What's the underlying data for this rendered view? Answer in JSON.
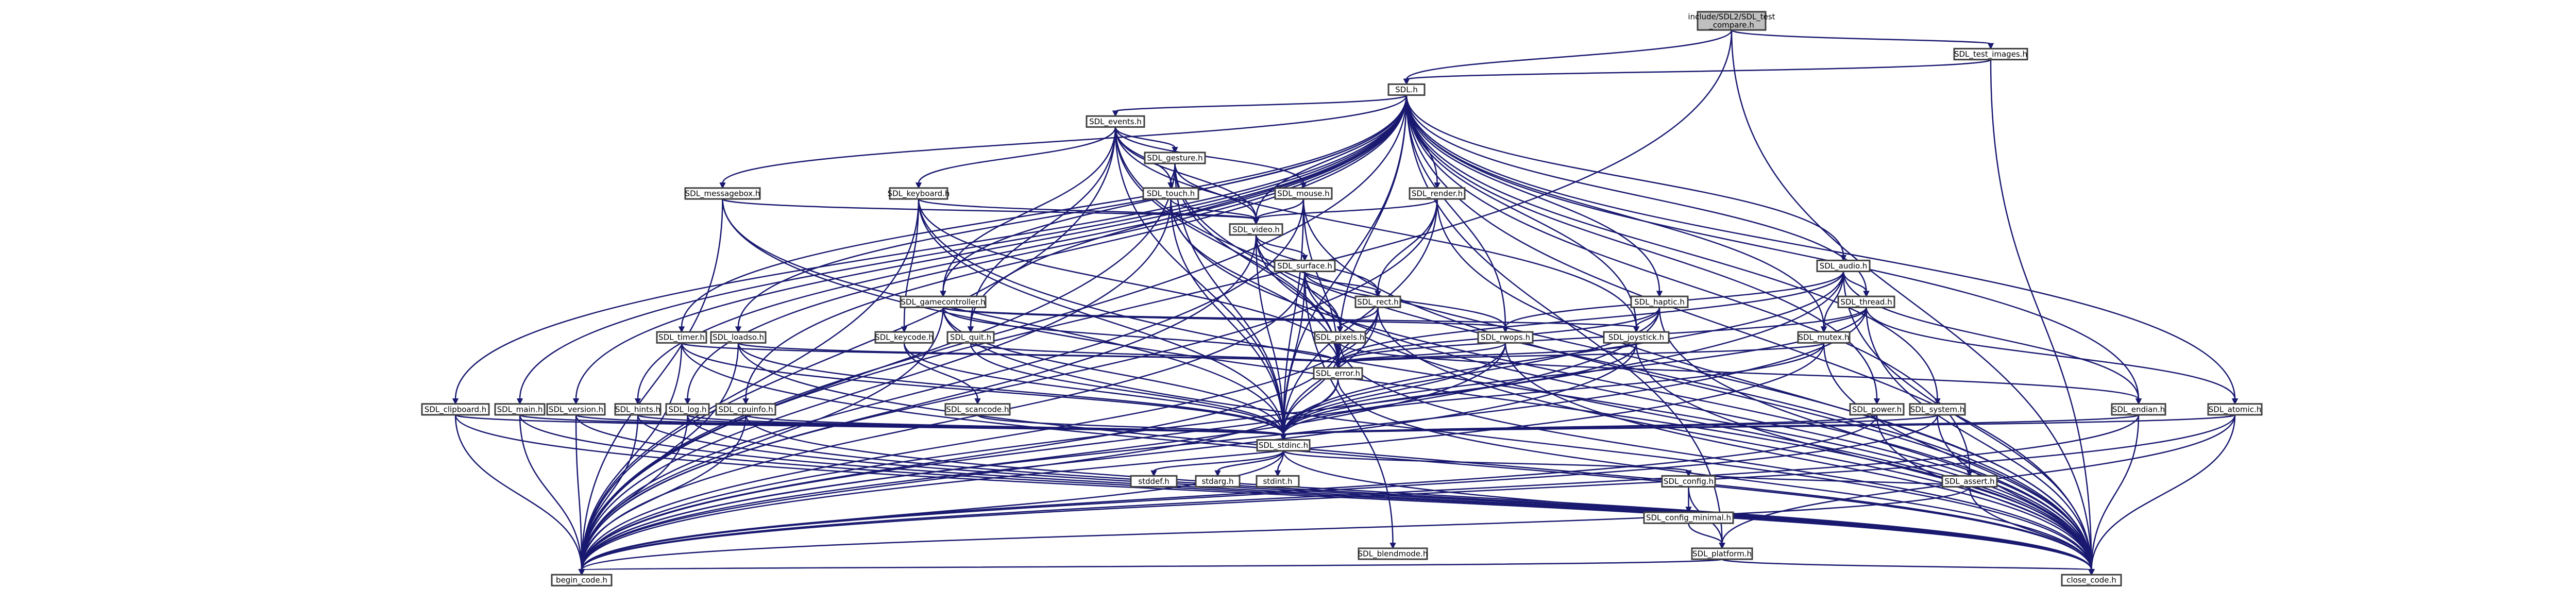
{
  "colors": {
    "root_fill": "#bfbfbf",
    "node_fill": "#ffffff",
    "node_stroke": "#404040",
    "edge": "#191970",
    "background": "#ffffff"
  },
  "nodes": [
    {
      "id": "root",
      "label": [
        "include/SDL2/SDL_test",
        "_compare.h"
      ],
      "root": true
    },
    {
      "id": "test_images",
      "label": [
        "SDL_test_images.h"
      ]
    },
    {
      "id": "sdl",
      "label": [
        "SDL.h"
      ]
    },
    {
      "id": "events",
      "label": [
        "SDL_events.h"
      ]
    },
    {
      "id": "gesture",
      "label": [
        "SDL_gesture.h"
      ]
    },
    {
      "id": "messagebox",
      "label": [
        "SDL_messagebox.h"
      ]
    },
    {
      "id": "keyboard",
      "label": [
        "SDL_keyboard.h"
      ]
    },
    {
      "id": "touch",
      "label": [
        "SDL_touch.h"
      ]
    },
    {
      "id": "mouse",
      "label": [
        "SDL_mouse.h"
      ]
    },
    {
      "id": "render",
      "label": [
        "SDL_render.h"
      ]
    },
    {
      "id": "video",
      "label": [
        "SDL_video.h"
      ]
    },
    {
      "id": "surface",
      "label": [
        "SDL_surface.h"
      ]
    },
    {
      "id": "audio",
      "label": [
        "SDL_audio.h"
      ]
    },
    {
      "id": "gamecontroller",
      "label": [
        "SDL_gamecontroller.h"
      ]
    },
    {
      "id": "rect",
      "label": [
        "SDL_rect.h"
      ]
    },
    {
      "id": "haptic",
      "label": [
        "SDL_haptic.h"
      ]
    },
    {
      "id": "thread",
      "label": [
        "SDL_thread.h"
      ]
    },
    {
      "id": "timer",
      "label": [
        "SDL_timer.h"
      ]
    },
    {
      "id": "loadso",
      "label": [
        "SDL_loadso.h"
      ]
    },
    {
      "id": "keycode",
      "label": [
        "SDL_keycode.h"
      ]
    },
    {
      "id": "quit",
      "label": [
        "SDL_quit.h"
      ]
    },
    {
      "id": "pixels",
      "label": [
        "SDL_pixels.h"
      ]
    },
    {
      "id": "rwops",
      "label": [
        "SDL_rwops.h"
      ]
    },
    {
      "id": "joystick",
      "label": [
        "SDL_joystick.h"
      ]
    },
    {
      "id": "mutex",
      "label": [
        "SDL_mutex.h"
      ]
    },
    {
      "id": "error",
      "label": [
        "SDL_error.h"
      ]
    },
    {
      "id": "clipboard",
      "label": [
        "SDL_clipboard.h"
      ]
    },
    {
      "id": "main",
      "label": [
        "SDL_main.h"
      ]
    },
    {
      "id": "version",
      "label": [
        "SDL_version.h"
      ]
    },
    {
      "id": "hints",
      "label": [
        "SDL_hints.h"
      ]
    },
    {
      "id": "log",
      "label": [
        "SDL_log.h"
      ]
    },
    {
      "id": "cpuinfo",
      "label": [
        "SDL_cpuinfo.h"
      ]
    },
    {
      "id": "scancode",
      "label": [
        "SDL_scancode.h"
      ]
    },
    {
      "id": "power",
      "label": [
        "SDL_power.h"
      ]
    },
    {
      "id": "system",
      "label": [
        "SDL_system.h"
      ]
    },
    {
      "id": "endian",
      "label": [
        "SDL_endian.h"
      ]
    },
    {
      "id": "atomic",
      "label": [
        "SDL_atomic.h"
      ]
    },
    {
      "id": "stdinc",
      "label": [
        "SDL_stdinc.h"
      ]
    },
    {
      "id": "assert",
      "label": [
        "SDL_assert.h"
      ]
    },
    {
      "id": "stddef",
      "label": [
        "stddef.h"
      ]
    },
    {
      "id": "stdarg",
      "label": [
        "stdarg.h"
      ]
    },
    {
      "id": "stdint",
      "label": [
        "stdint.h"
      ]
    },
    {
      "id": "config",
      "label": [
        "SDL_config.h"
      ]
    },
    {
      "id": "config_minimal",
      "label": [
        "SDL_config_minimal.h"
      ]
    },
    {
      "id": "platform",
      "label": [
        "SDL_platform.h"
      ]
    },
    {
      "id": "blendmode",
      "label": [
        "SDL_blendmode.h"
      ]
    },
    {
      "id": "begin_code",
      "label": [
        "begin_code.h"
      ]
    },
    {
      "id": "close_code",
      "label": [
        "close_code.h"
      ]
    }
  ],
  "edges": [
    [
      "root",
      "test_images"
    ],
    [
      "root",
      "sdl"
    ],
    [
      "root",
      "begin_code"
    ],
    [
      "root",
      "close_code"
    ],
    [
      "test_images",
      "sdl"
    ],
    [
      "test_images",
      "close_code"
    ],
    [
      "sdl",
      "events"
    ],
    [
      "sdl",
      "messagebox"
    ],
    [
      "sdl",
      "render"
    ],
    [
      "sdl",
      "video"
    ],
    [
      "sdl",
      "audio"
    ],
    [
      "sdl",
      "gamecontroller"
    ],
    [
      "sdl",
      "haptic"
    ],
    [
      "sdl",
      "thread"
    ],
    [
      "sdl",
      "timer"
    ],
    [
      "sdl",
      "loadso"
    ],
    [
      "sdl",
      "quit"
    ],
    [
      "sdl",
      "rwops"
    ],
    [
      "sdl",
      "joystick"
    ],
    [
      "sdl",
      "mutex"
    ],
    [
      "sdl",
      "error"
    ],
    [
      "sdl",
      "clipboard"
    ],
    [
      "sdl",
      "main"
    ],
    [
      "sdl",
      "version"
    ],
    [
      "sdl",
      "hints"
    ],
    [
      "sdl",
      "log"
    ],
    [
      "sdl",
      "cpuinfo"
    ],
    [
      "sdl",
      "power"
    ],
    [
      "sdl",
      "system"
    ],
    [
      "sdl",
      "endian"
    ],
    [
      "sdl",
      "atomic"
    ],
    [
      "sdl",
      "stdinc"
    ],
    [
      "sdl",
      "assert"
    ],
    [
      "sdl",
      "platform"
    ],
    [
      "sdl",
      "begin_code"
    ],
    [
      "sdl",
      "close_code"
    ],
    [
      "events",
      "gesture"
    ],
    [
      "events",
      "keyboard"
    ],
    [
      "events",
      "touch"
    ],
    [
      "events",
      "mouse"
    ],
    [
      "events",
      "video"
    ],
    [
      "events",
      "gamecontroller"
    ],
    [
      "events",
      "joystick"
    ],
    [
      "events",
      "quit"
    ],
    [
      "events",
      "error"
    ],
    [
      "events",
      "stdinc"
    ],
    [
      "events",
      "begin_code"
    ],
    [
      "events",
      "close_code"
    ],
    [
      "gesture",
      "touch"
    ],
    [
      "gesture",
      "video"
    ],
    [
      "gesture",
      "error"
    ],
    [
      "gesture",
      "stdinc"
    ],
    [
      "gesture",
      "begin_code"
    ],
    [
      "gesture",
      "close_code"
    ],
    [
      "messagebox",
      "video"
    ],
    [
      "messagebox",
      "stdinc"
    ],
    [
      "messagebox",
      "begin_code"
    ],
    [
      "messagebox",
      "close_code"
    ],
    [
      "keyboard",
      "keycode"
    ],
    [
      "keyboard",
      "video"
    ],
    [
      "keyboard",
      "error"
    ],
    [
      "keyboard",
      "stdinc"
    ],
    [
      "keyboard",
      "begin_code"
    ],
    [
      "keyboard",
      "close_code"
    ],
    [
      "touch",
      "video"
    ],
    [
      "touch",
      "error"
    ],
    [
      "touch",
      "stdinc"
    ],
    [
      "touch",
      "begin_code"
    ],
    [
      "touch",
      "close_code"
    ],
    [
      "mouse",
      "video"
    ],
    [
      "mouse",
      "error"
    ],
    [
      "mouse",
      "stdinc"
    ],
    [
      "mouse",
      "begin_code"
    ],
    [
      "mouse",
      "close_code"
    ],
    [
      "render",
      "video"
    ],
    [
      "render",
      "rect"
    ],
    [
      "render",
      "stdinc"
    ],
    [
      "render",
      "begin_code"
    ],
    [
      "render",
      "close_code"
    ],
    [
      "video",
      "surface"
    ],
    [
      "video",
      "rect"
    ],
    [
      "video",
      "pixels"
    ],
    [
      "video",
      "stdinc"
    ],
    [
      "video",
      "begin_code"
    ],
    [
      "video",
      "close_code"
    ],
    [
      "surface",
      "rect"
    ],
    [
      "surface",
      "pixels"
    ],
    [
      "surface",
      "rwops"
    ],
    [
      "surface",
      "blendmode"
    ],
    [
      "surface",
      "stdinc"
    ],
    [
      "surface",
      "begin_code"
    ],
    [
      "surface",
      "close_code"
    ],
    [
      "audio",
      "rwops"
    ],
    [
      "audio",
      "mutex"
    ],
    [
      "audio",
      "thread"
    ],
    [
      "audio",
      "endian"
    ],
    [
      "audio",
      "error"
    ],
    [
      "audio",
      "stdinc"
    ],
    [
      "audio",
      "begin_code"
    ],
    [
      "audio",
      "close_code"
    ],
    [
      "gamecontroller",
      "joystick"
    ],
    [
      "gamecontroller",
      "rwops"
    ],
    [
      "gamecontroller",
      "error"
    ],
    [
      "gamecontroller",
      "stdinc"
    ],
    [
      "gamecontroller",
      "begin_code"
    ],
    [
      "gamecontroller",
      "close_code"
    ],
    [
      "rect",
      "pixels"
    ],
    [
      "rect",
      "error"
    ],
    [
      "rect",
      "stdinc"
    ],
    [
      "rect",
      "begin_code"
    ],
    [
      "rect",
      "close_code"
    ],
    [
      "haptic",
      "joystick"
    ],
    [
      "haptic",
      "error"
    ],
    [
      "haptic",
      "stdinc"
    ],
    [
      "haptic",
      "begin_code"
    ],
    [
      "haptic",
      "close_code"
    ],
    [
      "thread",
      "mutex"
    ],
    [
      "thread",
      "atomic"
    ],
    [
      "thread",
      "error"
    ],
    [
      "thread",
      "stdinc"
    ],
    [
      "thread",
      "begin_code"
    ],
    [
      "thread",
      "close_code"
    ],
    [
      "timer",
      "stdinc"
    ],
    [
      "timer",
      "error"
    ],
    [
      "timer",
      "begin_code"
    ],
    [
      "timer",
      "close_code"
    ],
    [
      "loadso",
      "stdinc"
    ],
    [
      "loadso",
      "error"
    ],
    [
      "loadso",
      "begin_code"
    ],
    [
      "loadso",
      "close_code"
    ],
    [
      "keycode",
      "scancode"
    ],
    [
      "keycode",
      "stdinc"
    ],
    [
      "quit",
      "stdinc"
    ],
    [
      "quit",
      "error"
    ],
    [
      "pixels",
      "endian"
    ],
    [
      "pixels",
      "stdinc"
    ],
    [
      "pixels",
      "begin_code"
    ],
    [
      "pixels",
      "close_code"
    ],
    [
      "rwops",
      "stdinc"
    ],
    [
      "rwops",
      "error"
    ],
    [
      "rwops",
      "begin_code"
    ],
    [
      "rwops",
      "close_code"
    ],
    [
      "joystick",
      "stdinc"
    ],
    [
      "joystick",
      "error"
    ],
    [
      "joystick",
      "begin_code"
    ],
    [
      "joystick",
      "close_code"
    ],
    [
      "mutex",
      "stdinc"
    ],
    [
      "mutex",
      "error"
    ],
    [
      "mutex",
      "begin_code"
    ],
    [
      "mutex",
      "close_code"
    ],
    [
      "error",
      "stdinc"
    ],
    [
      "error",
      "begin_code"
    ],
    [
      "error",
      "close_code"
    ],
    [
      "clipboard",
      "stdinc"
    ],
    [
      "clipboard",
      "begin_code"
    ],
    [
      "clipboard",
      "close_code"
    ],
    [
      "main",
      "stdinc"
    ],
    [
      "main",
      "begin_code"
    ],
    [
      "main",
      "close_code"
    ],
    [
      "version",
      "stdinc"
    ],
    [
      "version",
      "begin_code"
    ],
    [
      "version",
      "close_code"
    ],
    [
      "hints",
      "stdinc"
    ],
    [
      "hints",
      "begin_code"
    ],
    [
      "hints",
      "close_code"
    ],
    [
      "log",
      "stdinc"
    ],
    [
      "log",
      "begin_code"
    ],
    [
      "log",
      "close_code"
    ],
    [
      "cpuinfo",
      "stdinc"
    ],
    [
      "cpuinfo",
      "begin_code"
    ],
    [
      "cpuinfo",
      "close_code"
    ],
    [
      "scancode",
      "stdinc"
    ],
    [
      "power",
      "stdinc"
    ],
    [
      "power",
      "begin_code"
    ],
    [
      "power",
      "close_code"
    ],
    [
      "system",
      "stdinc"
    ],
    [
      "system",
      "begin_code"
    ],
    [
      "system",
      "close_code"
    ],
    [
      "endian",
      "stdinc"
    ],
    [
      "endian",
      "begin_code"
    ],
    [
      "endian",
      "close_code"
    ],
    [
      "atomic",
      "stdinc"
    ],
    [
      "atomic",
      "platform"
    ],
    [
      "atomic",
      "begin_code"
    ],
    [
      "atomic",
      "close_code"
    ],
    [
      "assert",
      "config"
    ],
    [
      "assert",
      "begin_code"
    ],
    [
      "assert",
      "close_code"
    ],
    [
      "stdinc",
      "stddef"
    ],
    [
      "stdinc",
      "stdarg"
    ],
    [
      "stdinc",
      "stdint"
    ],
    [
      "stdinc",
      "config"
    ],
    [
      "stdinc",
      "begin_code"
    ],
    [
      "stdinc",
      "close_code"
    ],
    [
      "config",
      "platform"
    ],
    [
      "config",
      "config_minimal"
    ],
    [
      "config_minimal",
      "platform"
    ],
    [
      "platform",
      "begin_code"
    ],
    [
      "platform",
      "close_code"
    ]
  ]
}
